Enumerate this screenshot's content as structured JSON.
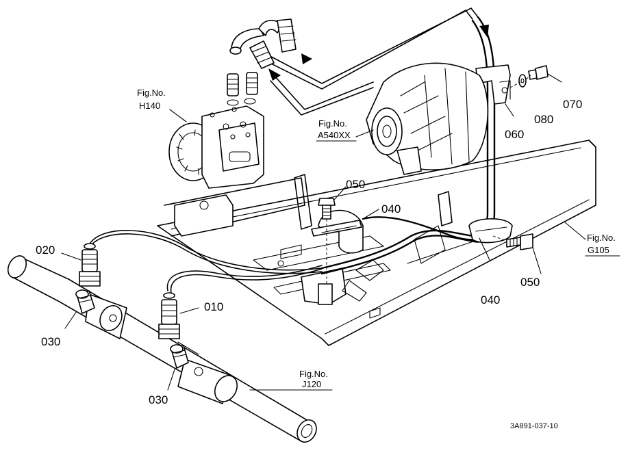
{
  "parts": {
    "p010": "010",
    "p020": "020",
    "p030a": "030",
    "p030b": "030",
    "p040a": "040",
    "p040b": "040",
    "p050a": "050",
    "p050b": "050",
    "p060": "060",
    "p070": "070",
    "p080": "080"
  },
  "figs": {
    "h140": {
      "line1": "Fig.No.",
      "line2": "H140"
    },
    "a540": {
      "line1": "Fig.No.",
      "line2": "A540XX"
    },
    "g105": {
      "line1": "Fig.No.",
      "line2": "G105"
    },
    "j120": {
      "line1": "Fig.No.",
      "line2": "J120"
    }
  },
  "drawing_code": "3A891-037-10"
}
